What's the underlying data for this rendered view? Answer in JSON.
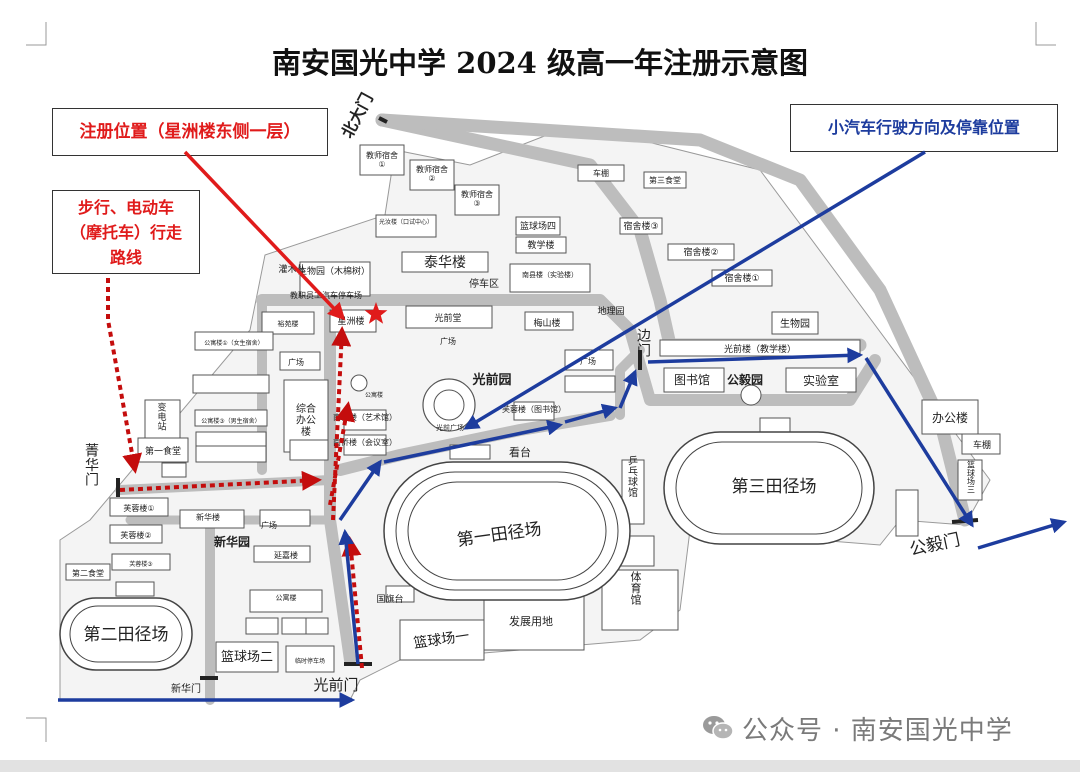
{
  "title": "南安国光中学 2024 级高一年注册示意图",
  "callouts": {
    "registration": "注册位置（星洲楼东侧一层）",
    "walk_line1": "步行、电动车",
    "walk_line2": "（摩托车）行走",
    "walk_line3": "路线",
    "car": "小汽车行驶方向及停靠位置"
  },
  "gates": {
    "north": "北大门",
    "jinghua": "菁华门",
    "guangqian": "光前门",
    "xinhua": "新华门",
    "bian": "边门",
    "gongyi": "公毅门"
  },
  "labels": {
    "teacher_dorm_1": "教师宿舍①",
    "teacher_dorm_2": "教师宿舍②",
    "teacher_dorm_3": "教师宿舍③",
    "shed_top": "车棚",
    "canteen3": "第三食堂",
    "guangru": "光汝楼（口试中心）",
    "court4": "篮球场四",
    "teaching": "教学楼",
    "dorm3": "宿舍楼③",
    "dorm2": "宿舍楼②",
    "dorm1": "宿舍楼①",
    "taihua": "泰华楼",
    "parking": "停车区",
    "nanxian": "南县楼（实验楼）",
    "shrubs": "灌木丛",
    "biogarden": "生物园（木棉树）",
    "staff_parking": "教职员工汽车停车场",
    "xingzhou": "星洲楼",
    "yuyuan": "裕苑楼",
    "guangqiantang": "光前堂",
    "meishan": "梅山楼",
    "dili": "地理园",
    "square_main": "广场",
    "guangqian_garden": "光前园",
    "gongyu": "公寓楼",
    "guangqian_sq": "光前广场",
    "nanqiao": "南侨楼（艺术馆）",
    "nanqiao2": "南侨楼（会议室）",
    "zonghe": "综合办公楼",
    "furong": "芙蓉楼（图书馆）",
    "biology": "生物园",
    "guangqian_teach": "光前楼（教学楼）",
    "library": "图书馆",
    "gongyi_garden": "公毅园",
    "lab": "实验室",
    "office": "办公楼",
    "shed_right": "车棚",
    "court3": "篮球场三",
    "field1": "第一田径场",
    "field2": "第二田径场",
    "field3": "第三田径场",
    "stand": "看台",
    "pingpong": "乒乓球馆",
    "gym": "体育馆",
    "flag": "国旗台",
    "develop": "发展用地",
    "court1": "篮球场一",
    "court2": "篮球场二",
    "temp_parking": "临时停车场",
    "xinhua_garden": "新华园",
    "canteen1": "第一食堂",
    "canteen2": "第二食堂",
    "substation": "变电站",
    "furong1": "芙蓉楼①",
    "furong2": "芙蓉楼②",
    "furong3": "芙蓉楼③",
    "xinhua_bldg": "新华楼",
    "yanjia": "延嘉楼",
    "square_w": "广场",
    "square_mid": "广场",
    "square_bm": "广场",
    "gongyu_w": "公寓楼",
    "gongyu_girls": "公寓楼①（女生宿舍）",
    "gongyu_boys": "公寓楼③（男生宿舍）"
  },
  "watermark": "公众号 · 南安国光中学",
  "colors": {
    "red_route": "#c40d0d",
    "blue_route": "#1d3c9e",
    "road": "#bdbdbd",
    "star": "#e01b1b"
  }
}
